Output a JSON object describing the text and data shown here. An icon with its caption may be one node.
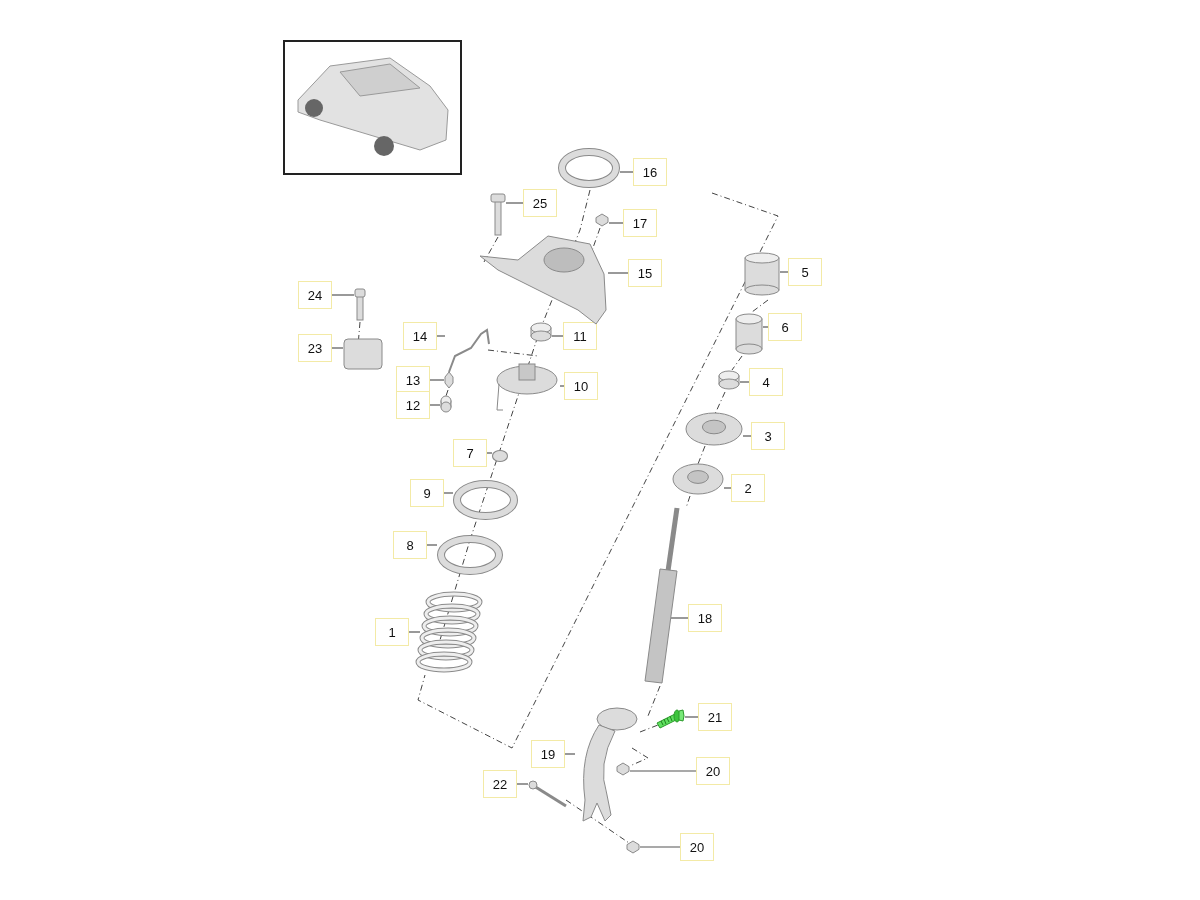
{
  "diagram": {
    "nodes": [
      {
        "text": [
          "16"
        ]
      },
      {
        "text": [
          "25"
        ]
      },
      {
        "text": [
          "17"
        ]
      },
      {
        "text": [
          "5"
        ]
      },
      {
        "text": [
          "15"
        ]
      },
      {
        "text": [
          "24"
        ]
      },
      {
        "text": [
          "6"
        ]
      },
      {
        "text": [
          "14"
        ]
      },
      {
        "text": [
          "11"
        ]
      },
      {
        "text": [
          "23"
        ]
      },
      {
        "text": [
          "13"
        ]
      },
      {
        "text": [
          "10"
        ]
      },
      {
        "text": [
          "4"
        ]
      },
      {
        "text": [
          "12"
        ]
      },
      {
        "text": [
          "3"
        ]
      },
      {
        "text": [
          "7"
        ]
      },
      {
        "text": [
          "2"
        ]
      },
      {
        "text": [
          "9"
        ]
      },
      {
        "text": [
          "8"
        ]
      },
      {
        "text": [
          "1"
        ]
      },
      {
        "text": [
          "18"
        ]
      },
      {
        "text": [
          "21"
        ]
      },
      {
        "text": [
          "19"
        ]
      },
      {
        "text": [
          "20"
        ]
      },
      {
        "text": [
          "22"
        ]
      },
      {
        "text": [
          "20"
        ]
      },
      {
        "text": [],
        "shape": "circle"
      },
      {
        "text": [],
        "shape": "picture"
      },
      {
        "text": [],
        "shape": "picture"
      },
      {
        "text": [],
        "shape": "cylinder"
      },
      {
        "text": [],
        "shape": "picture"
      },
      {
        "text": [],
        "shape": "picture"
      },
      {
        "text": [],
        "shape": "cylinder"
      },
      {
        "text": [],
        "shape": "picture"
      },
      {
        "text": [],
        "shape": "cylinder"
      },
      {
        "text": [],
        "shape": "box"
      },
      {
        "text": [],
        "shape": "picture"
      },
      {
        "text": [],
        "shape": "picture"
      },
      {
        "text": [],
        "shape": "cylinder"
      },
      {
        "text": [],
        "shape": "cylinder"
      },
      {
        "text": [],
        "shape": "picture"
      },
      {
        "text": [],
        "shape": "circle"
      },
      {
        "text": [],
        "shape": "picture"
      },
      {
        "text": [],
        "shape": "circle"
      },
      {
        "text": [],
        "shape": "circle"
      },
      {
        "text": [],
        "shape": "picture"
      },
      {
        "text": [],
        "shape": "picture"
      },
      {
        "text": [],
        "shape": "picture"
      },
      {
        "text": [],
        "shape": "picture"
      },
      {
        "text": [],
        "shape": "picture"
      },
      {
        "text": [],
        "shape": "picture"
      },
      {
        "text": [],
        "shape": "picture"
      }
    ],
    "edges": [
      {
        "from": 0,
        "to": 26,
        "arrow": "none"
      },
      {
        "from": 1,
        "to": 27,
        "arrow": "none"
      },
      {
        "from": 2,
        "to": 28,
        "arrow": "none"
      },
      {
        "from": 3,
        "to": 29,
        "arrow": "none"
      },
      {
        "from": 4,
        "to": 30,
        "arrow": "none"
      },
      {
        "from": 5,
        "to": 31,
        "arrow": "none"
      },
      {
        "from": 6,
        "to": 32,
        "arrow": "none"
      },
      {
        "from": 7,
        "to": 33,
        "arrow": "none"
      },
      {
        "from": 8,
        "to": 34,
        "arrow": "none"
      },
      {
        "from": 9,
        "to": 35,
        "arrow": "none"
      },
      {
        "from": 10,
        "to": 36,
        "arrow": "none"
      },
      {
        "from": 11,
        "to": 37,
        "arrow": "none"
      },
      {
        "from": 12,
        "to": 38,
        "arrow": "none"
      },
      {
        "from": 13,
        "to": 39,
        "arrow": "none"
      },
      {
        "from": 14,
        "to": 40,
        "arrow": "none"
      },
      {
        "from": 15,
        "to": 41,
        "arrow": "none"
      },
      {
        "from": 16,
        "to": 42,
        "arrow": "none"
      },
      {
        "from": 17,
        "to": 43,
        "arrow": "none"
      },
      {
        "from": 18,
        "to": 44,
        "arrow": "none"
      },
      {
        "from": 19,
        "to": 45,
        "arrow": "none"
      },
      {
        "from": 20,
        "to": 46,
        "arrow": "none"
      },
      {
        "from": 21,
        "to": 47,
        "arrow": "none"
      },
      {
        "from": 22,
        "to": 48,
        "arrow": "none"
      },
      {
        "from": 23,
        "to": 49,
        "arrow": "none"
      },
      {
        "from": 24,
        "to": 50,
        "arrow": "none"
      },
      {
        "from": 25,
        "to": 51,
        "arrow": "none"
      }
    ]
  }
}
